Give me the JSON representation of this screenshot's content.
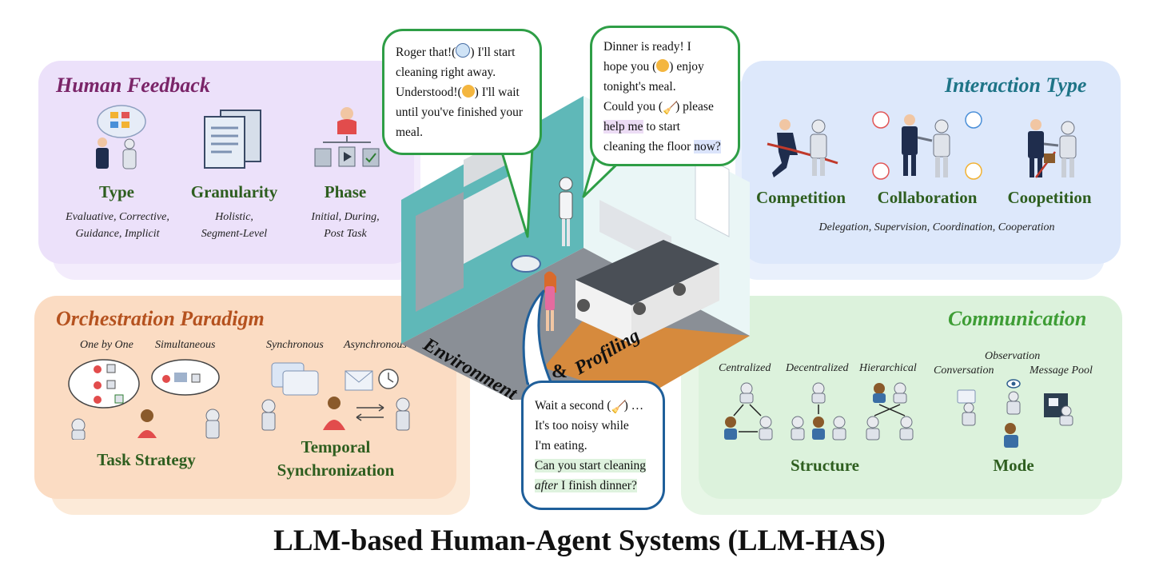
{
  "title": "LLM-based Human-Agent Systems (LLM-HAS)",
  "colors": {
    "human_feedback_bg": "#ece1fa",
    "interaction_bg": "#dde8fb",
    "orchestration_bg": "#fbdcc3",
    "communication_bg": "#dcf2dc",
    "label_green": "#2e5e1f",
    "human_feedback_title": "#7a2468",
    "interaction_title": "#1e7487",
    "orchestration_title": "#b5521f",
    "communication_title": "#3e9d35"
  },
  "human_feedback": {
    "title": "Human Feedback",
    "type": {
      "label": "Type",
      "line1": "Evaluative, Corrective,",
      "line2": "Guidance, Implicit"
    },
    "granularity": {
      "label": "Granularity",
      "line1": "Holistic,",
      "line2": "Segment-Level"
    },
    "phase": {
      "label": "Phase",
      "line1": "Initial, During,",
      "line2": "Post Task"
    }
  },
  "interaction": {
    "title": "Interaction Type",
    "competition": "Competition",
    "collaboration": "Collaboration",
    "coopetition": "Coopetition",
    "subtitle": "Delegation, Supervision, Coordination, Cooperation"
  },
  "orchestration": {
    "title": "Orchestration Paradigm",
    "one_by_one": "One by One",
    "simultaneous": "Simultaneous",
    "synchronous": "Synchronous",
    "asynchronous": "Asynchronous",
    "task_strategy": "Task Strategy",
    "temporal_line1": "Temporal",
    "temporal_line2": "Synchronization"
  },
  "communication": {
    "title": "Communication",
    "centralized": "Centralized",
    "decentralized": "Decentralized",
    "hierarchical": "Hierarchical",
    "conversation": "Conversation",
    "observation": "Observation",
    "message_pool": "Message Pool",
    "structure": "Structure",
    "mode": "Mode"
  },
  "environment": {
    "word1": "Environment",
    "amp": "&",
    "word2": "Profiling"
  },
  "bubble_left": {
    "l1a": "Roger that!(",
    "l1b": ") I'll start",
    "l2": "cleaning right away.",
    "l3a": "Understood!(",
    "l3b": ") I'll wait",
    "l4": "until you've finished your",
    "l5": "meal."
  },
  "bubble_right": {
    "l1": "Dinner is ready! I",
    "l2a": "hope you (",
    "l2b": ") enjoy",
    "l3": "tonight's meal.",
    "l4a": "Could you (",
    "l4b": ") please",
    "l5a": "help me",
    "l5b": " to start",
    "l6a": "cleaning the floor ",
    "l6b": "now?"
  },
  "bubble_bottom": {
    "l1a": "Wait a second (",
    "l1b": ") …",
    "l2": "It's too noisy while",
    "l3": "I'm eating.",
    "l4": "Can you start cleaning",
    "l5a": "after",
    "l5b": " I finish dinner?"
  }
}
